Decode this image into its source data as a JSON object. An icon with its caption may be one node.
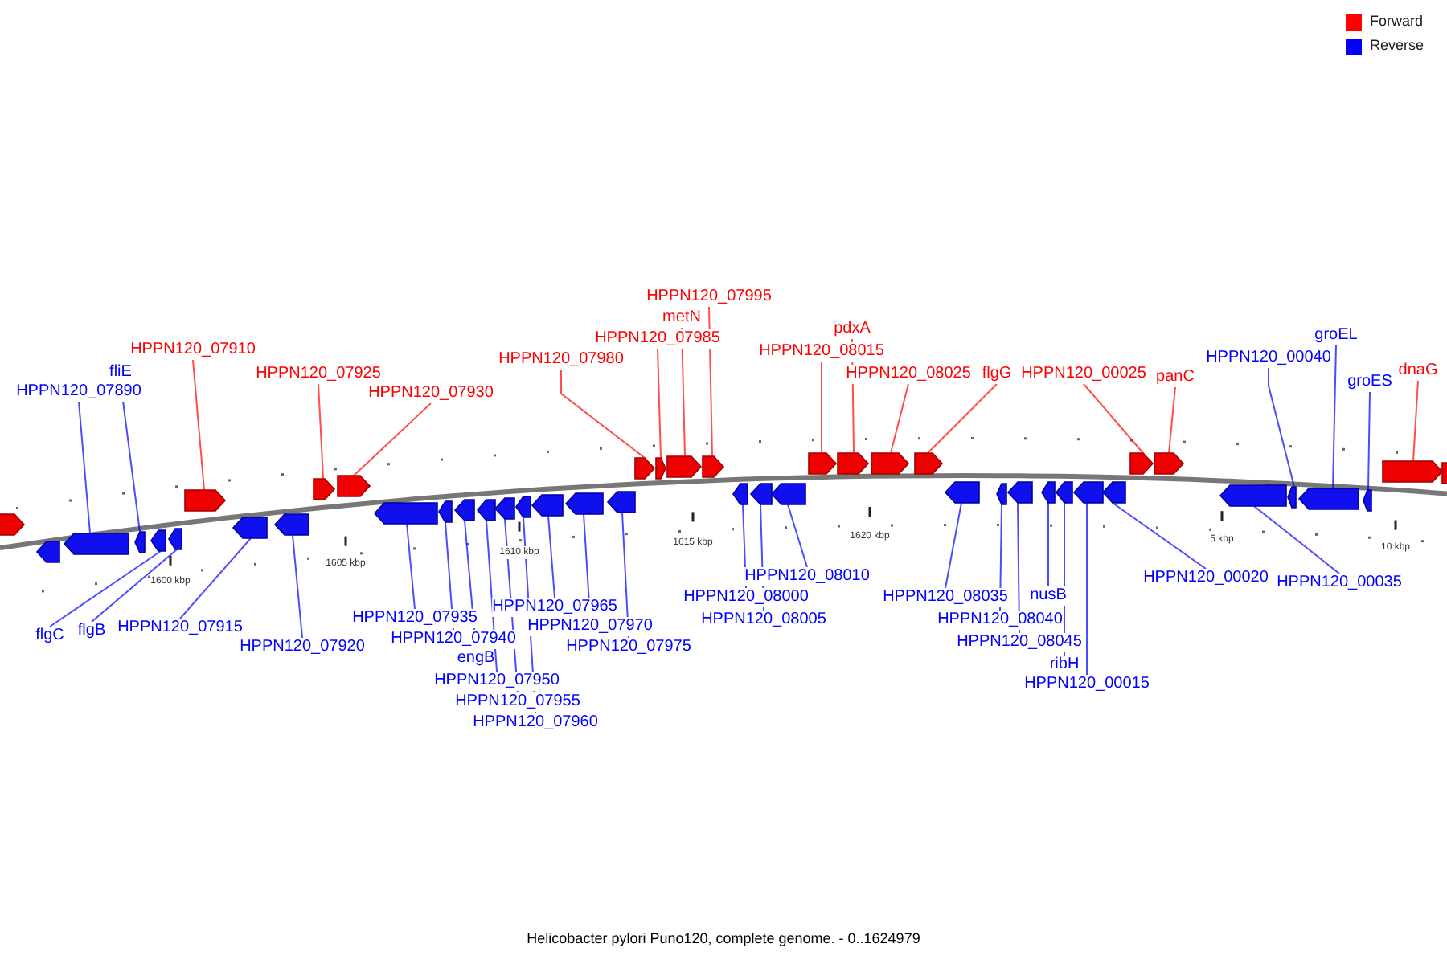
{
  "diagram": {
    "caption": "Helicobacter pylori Puno120, complete genome. - 0..1624979",
    "nodes": [
      {
        "text": [
          "HPPN120_07890"
        ]
      },
      {
        "text": [
          "fliE"
        ]
      },
      {
        "text": [
          "HPPN120_07910"
        ]
      },
      {
        "text": [
          "HPPN120_07925"
        ]
      },
      {
        "text": [
          "HPPN120_07930"
        ]
      },
      {
        "text": [
          "HPPN120_07980"
        ]
      },
      {
        "text": [
          "HPPN120_07985"
        ]
      },
      {
        "text": [
          "metN"
        ]
      },
      {
        "text": [
          "HPPN120_07995"
        ]
      },
      {
        "text": [
          "HPPN120_08015"
        ]
      },
      {
        "text": [
          "pdxA"
        ]
      },
      {
        "text": [
          "HPPN120_08025"
        ]
      },
      {
        "text": [
          "flgG"
        ]
      },
      {
        "text": [
          "HPPN120_00025"
        ]
      },
      {
        "text": [
          "panC"
        ]
      },
      {
        "text": [
          "HPPN120_00040"
        ]
      },
      {
        "text": [
          "groEL"
        ]
      },
      {
        "text": [
          "groES"
        ]
      },
      {
        "text": [
          "dnaG"
        ]
      },
      {
        "text": [
          "flgC"
        ]
      },
      {
        "text": [
          "flgB"
        ]
      },
      {
        "text": [
          "HPPN120_07915"
        ]
      },
      {
        "text": [
          "HPPN120_07920"
        ]
      },
      {
        "text": [
          "HPPN120_07935"
        ]
      },
      {
        "text": [
          "HPPN120_07940"
        ]
      },
      {
        "text": [
          "engB"
        ]
      },
      {
        "text": [
          "HPPN120_07950"
        ]
      },
      {
        "text": [
          "HPPN120_07955"
        ]
      },
      {
        "text": [
          "HPPN120_07960"
        ]
      },
      {
        "text": [
          "HPPN120_07965"
        ]
      },
      {
        "text": [
          "HPPN120_07970"
        ]
      },
      {
        "text": [
          "HPPN120_07975"
        ]
      },
      {
        "text": [
          "HPPN120_08000"
        ]
      },
      {
        "text": [
          "HPPN120_08005"
        ]
      },
      {
        "text": [
          "HPPN120_08010"
        ]
      },
      {
        "text": [
          "HPPN120_08035"
        ]
      },
      {
        "text": [
          "HPPN120_08040"
        ]
      },
      {
        "text": [
          "HPPN120_08045"
        ]
      },
      {
        "text": [
          "nusB"
        ]
      },
      {
        "text": [
          "ribH"
        ]
      },
      {
        "text": [
          "HPPN120_00015"
        ]
      },
      {
        "text": [
          "HPPN120_00020"
        ]
      },
      {
        "text": [
          "HPPN120_00035"
        ]
      },
      {
        "text": [],
        "shape": "pentagon"
      },
      {
        "text": [],
        "shape": "pentagon"
      },
      {
        "text": [],
        "shape": "pentagon"
      },
      {
        "text": [],
        "shape": "pentagon"
      },
      {
        "text": [],
        "shape": "pentagon"
      },
      {
        "text": [],
        "shape": "pentagon"
      },
      {
        "text": [],
        "shape": "pentagon"
      },
      {
        "text": [],
        "shape": "pentagon"
      },
      {
        "text": [],
        "shape": "pentagon"
      },
      {
        "text": [],
        "shape": "pentagon"
      },
      {
        "text": [],
        "shape": "pentagon"
      },
      {
        "text": [],
        "shape": "pentagon"
      },
      {
        "text": [],
        "shape": "pentagon"
      },
      {
        "text": [],
        "shape": "pentagon"
      },
      {
        "text": [],
        "shape": "pentagon"
      },
      {
        "text": [],
        "shape": "pentagon"
      },
      {
        "text": [],
        "shape": "pentagon"
      },
      {
        "text": [],
        "shape": "pentagon"
      },
      {
        "text": [],
        "shape": "pentagon"
      },
      {
        "text": [],
        "shape": "pentagon"
      },
      {
        "text": [],
        "shape": "pentagon"
      },
      {
        "text": [],
        "shape": "pentagon"
      },
      {
        "text": [],
        "shape": "pentagon"
      },
      {
        "text": [],
        "shape": "pentagon"
      },
      {
        "text": [],
        "shape": "pentagon"
      },
      {
        "text": [],
        "shape": "pentagon"
      },
      {
        "text": [],
        "shape": "pentagon"
      },
      {
        "text": [],
        "shape": "pentagon"
      },
      {
        "text": [],
        "shape": "pentagon"
      },
      {
        "text": [],
        "shape": "pentagon"
      },
      {
        "text": [],
        "shape": "pentagon"
      },
      {
        "text": [],
        "shape": "pentagon"
      },
      {
        "text": [],
        "shape": "pentagon"
      },
      {
        "text": [],
        "shape": "pentagon"
      },
      {
        "text": [],
        "shape": "pentagon"
      },
      {
        "text": [],
        "shape": "pentagon"
      },
      {
        "text": [],
        "shape": "pentagon"
      },
      {
        "text": [],
        "shape": "pentagon"
      },
      {
        "text": [],
        "shape": "pentagon"
      },
      {
        "text": [],
        "shape": "pentagon"
      },
      {
        "text": [],
        "shape": "pentagon"
      },
      {
        "text": [],
        "shape": "pentagon"
      },
      {
        "text": [],
        "shape": "pentagon"
      },
      {
        "text": [],
        "shape": "pentagon"
      },
      {
        "text": [],
        "shape": "pentagon"
      },
      {
        "text": [],
        "shape": "pentagon"
      }
    ],
    "edges": [
      {
        "from": 0,
        "to": 45,
        "arrow": "none"
      },
      {
        "from": 1,
        "to": 46,
        "arrow": "none"
      },
      {
        "from": 2,
        "to": 49,
        "arrow": "none",
        "color": "#ff0000"
      },
      {
        "from": 3,
        "to": 52,
        "arrow": "none",
        "color": "#ff0000"
      },
      {
        "from": 4,
        "to": 53,
        "arrow": "none",
        "color": "#ff0000"
      },
      {
        "from": 5,
        "to": 63,
        "arrow": "none",
        "color": "#ff0000"
      },
      {
        "from": 6,
        "to": 64,
        "arrow": "none",
        "color": "#ff0000"
      },
      {
        "from": 7,
        "to": 65,
        "arrow": "none",
        "color": "#ff0000"
      },
      {
        "from": 8,
        "to": 66,
        "arrow": "none",
        "color": "#ff0000"
      },
      {
        "from": 9,
        "to": 70,
        "arrow": "none",
        "color": "#ff0000"
      },
      {
        "from": 10,
        "to": 71,
        "arrow": "none",
        "color": "#ff0000"
      },
      {
        "from": 11,
        "to": 72,
        "arrow": "none",
        "color": "#ff0000"
      },
      {
        "from": 12,
        "to": 73,
        "arrow": "none",
        "color": "#ff0000"
      },
      {
        "from": 13,
        "to": 81,
        "arrow": "none",
        "color": "#ff0000"
      },
      {
        "from": 14,
        "to": 82,
        "arrow": "none",
        "color": "#ff0000"
      },
      {
        "from": 15,
        "to": 84,
        "arrow": "none"
      },
      {
        "from": 16,
        "to": 85,
        "arrow": "none"
      },
      {
        "from": 17,
        "to": 86,
        "arrow": "none"
      },
      {
        "from": 18,
        "to": 87,
        "arrow": "none",
        "color": "#ff0000"
      },
      {
        "from": 19,
        "to": 47,
        "arrow": "none"
      },
      {
        "from": 20,
        "to": 48,
        "arrow": "none"
      },
      {
        "from": 21,
        "to": 50,
        "arrow": "none"
      },
      {
        "from": 22,
        "to": 51,
        "arrow": "none"
      },
      {
        "from": 23,
        "to": 54,
        "arrow": "none"
      },
      {
        "from": 24,
        "to": 55,
        "arrow": "none"
      },
      {
        "from": 25,
        "to": 56,
        "arrow": "none"
      },
      {
        "from": 26,
        "to": 57,
        "arrow": "none"
      },
      {
        "from": 27,
        "to": 58,
        "arrow": "none"
      },
      {
        "from": 28,
        "to": 59,
        "arrow": "none"
      },
      {
        "from": 29,
        "to": 60,
        "arrow": "none"
      },
      {
        "from": 30,
        "to": 61,
        "arrow": "none"
      },
      {
        "from": 31,
        "to": 62,
        "arrow": "none"
      },
      {
        "from": 32,
        "to": 67,
        "arrow": "none"
      },
      {
        "from": 33,
        "to": 68,
        "arrow": "none"
      },
      {
        "from": 34,
        "to": 69,
        "arrow": "none"
      },
      {
        "from": 35,
        "to": 74,
        "arrow": "none"
      },
      {
        "from": 36,
        "to": 75,
        "arrow": "none"
      },
      {
        "from": 37,
        "to": 76,
        "arrow": "none"
      },
      {
        "from": 38,
        "to": 77,
        "arrow": "none"
      },
      {
        "from": 39,
        "to": 78,
        "arrow": "none"
      },
      {
        "from": 40,
        "to": 79,
        "arrow": "none"
      },
      {
        "from": 41,
        "to": 80,
        "arrow": "none"
      },
      {
        "from": 42,
        "to": 83,
        "arrow": "none"
      }
    ],
    "labels": [
      "1600 kbp",
      "1605 kbp",
      "1610 kbp",
      "1615 kbp",
      "1620 kbp",
      "5 kbp",
      "10 kbp"
    ],
    "legend": [
      {
        "text": "Forward",
        "color": "#ff0000"
      },
      {
        "text": "Reverse",
        "color": "#0000ff"
      }
    ]
  }
}
